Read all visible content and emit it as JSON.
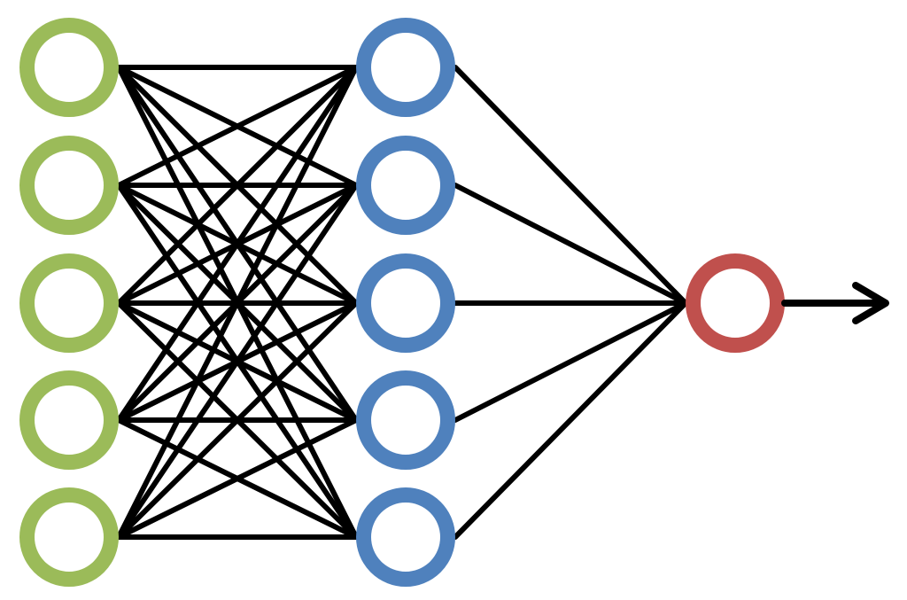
{
  "diagram": {
    "layers": [
      {
        "role": "input",
        "node_count": 5,
        "color": "#9bbb59"
      },
      {
        "role": "hidden",
        "node_count": 5,
        "color": "#4f81bd"
      },
      {
        "role": "output",
        "node_count": 1,
        "color": "#c0504d"
      }
    ],
    "connections": "fully-connected",
    "edge_color": "#000000",
    "output_arrow": true
  }
}
